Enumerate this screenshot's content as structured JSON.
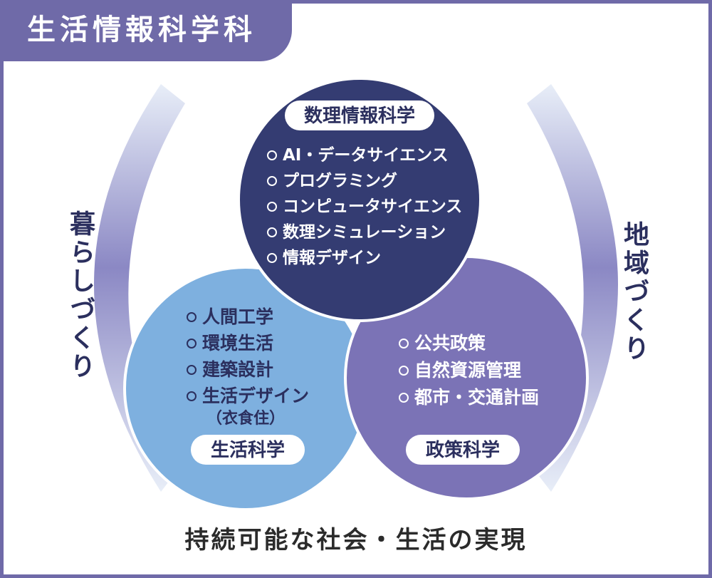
{
  "title": "生活情報科学科",
  "top_circle": {
    "label": "数理情報科学",
    "items": [
      "AI・データサイエンス",
      "プログラミング",
      "コンピュータサイエンス",
      "数理シミュレーション",
      "情報デザイン"
    ]
  },
  "left_circle": {
    "label": "生活科学",
    "items": [
      "人間工学",
      "環境生活",
      "建築設計",
      "生活デザイン"
    ],
    "note": "（衣食住）"
  },
  "right_circle": {
    "label": "政策科学",
    "items": [
      "公共政策",
      "自然資源管理",
      "都市・交通計画"
    ]
  },
  "left_arc_label": "暮らしづくり",
  "right_arc_label": "地域づくり",
  "footer": "持続可能な社会・生活の実現",
  "colors": {
    "frame": "#6f6aa8",
    "top_circle": "#343c72",
    "left_circle": "#7eb0df",
    "right_circle": "#7b73b6",
    "arc_dark": "#8b88c4",
    "arc_light": "#e8eef8"
  }
}
